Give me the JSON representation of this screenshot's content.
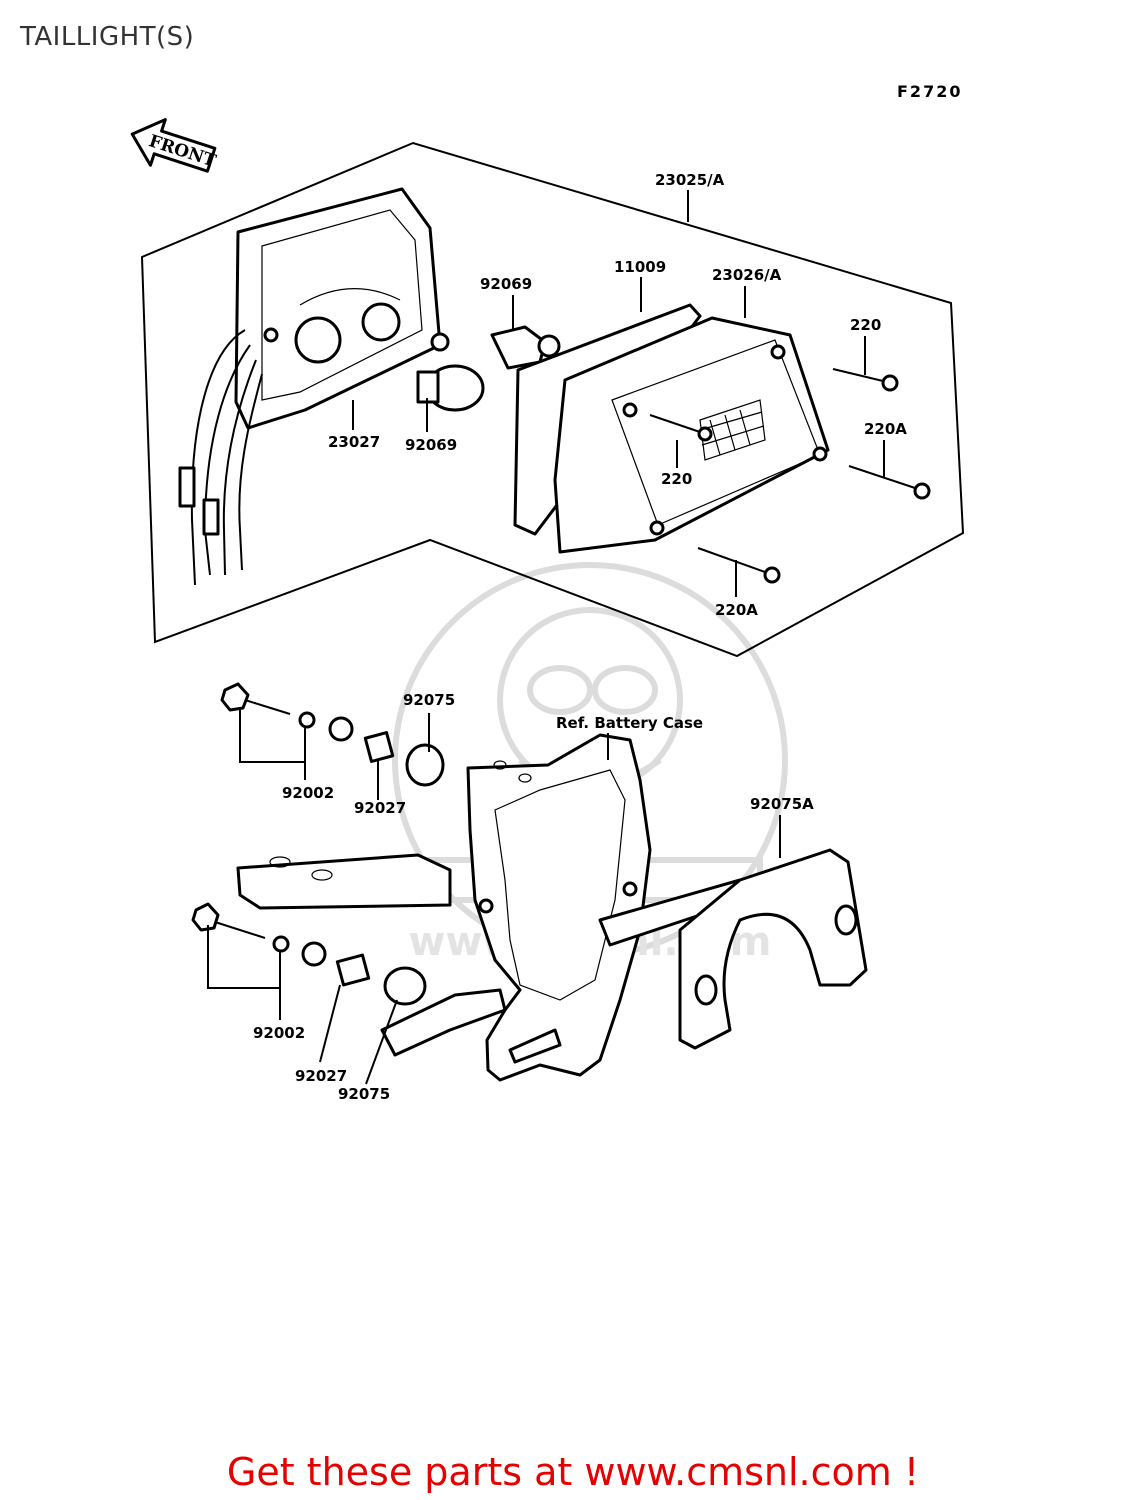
{
  "page": {
    "title": "TAILLIGHT(S)",
    "cta": "Get these parts at www.cmsnl.com !"
  },
  "diagram": {
    "figure_code": "F2720",
    "direction_label": "FRONT",
    "reference_label": "Ref. Battery Case",
    "watermark_text": "www.cmsnl.com",
    "part_labels": [
      "23025/A",
      "92069",
      "11009",
      "23026/A",
      "220",
      "23027",
      "92069",
      "220A",
      "220",
      "220A",
      "92075",
      "92002",
      "92027",
      "92075A",
      "92002",
      "92027",
      "92075"
    ]
  }
}
